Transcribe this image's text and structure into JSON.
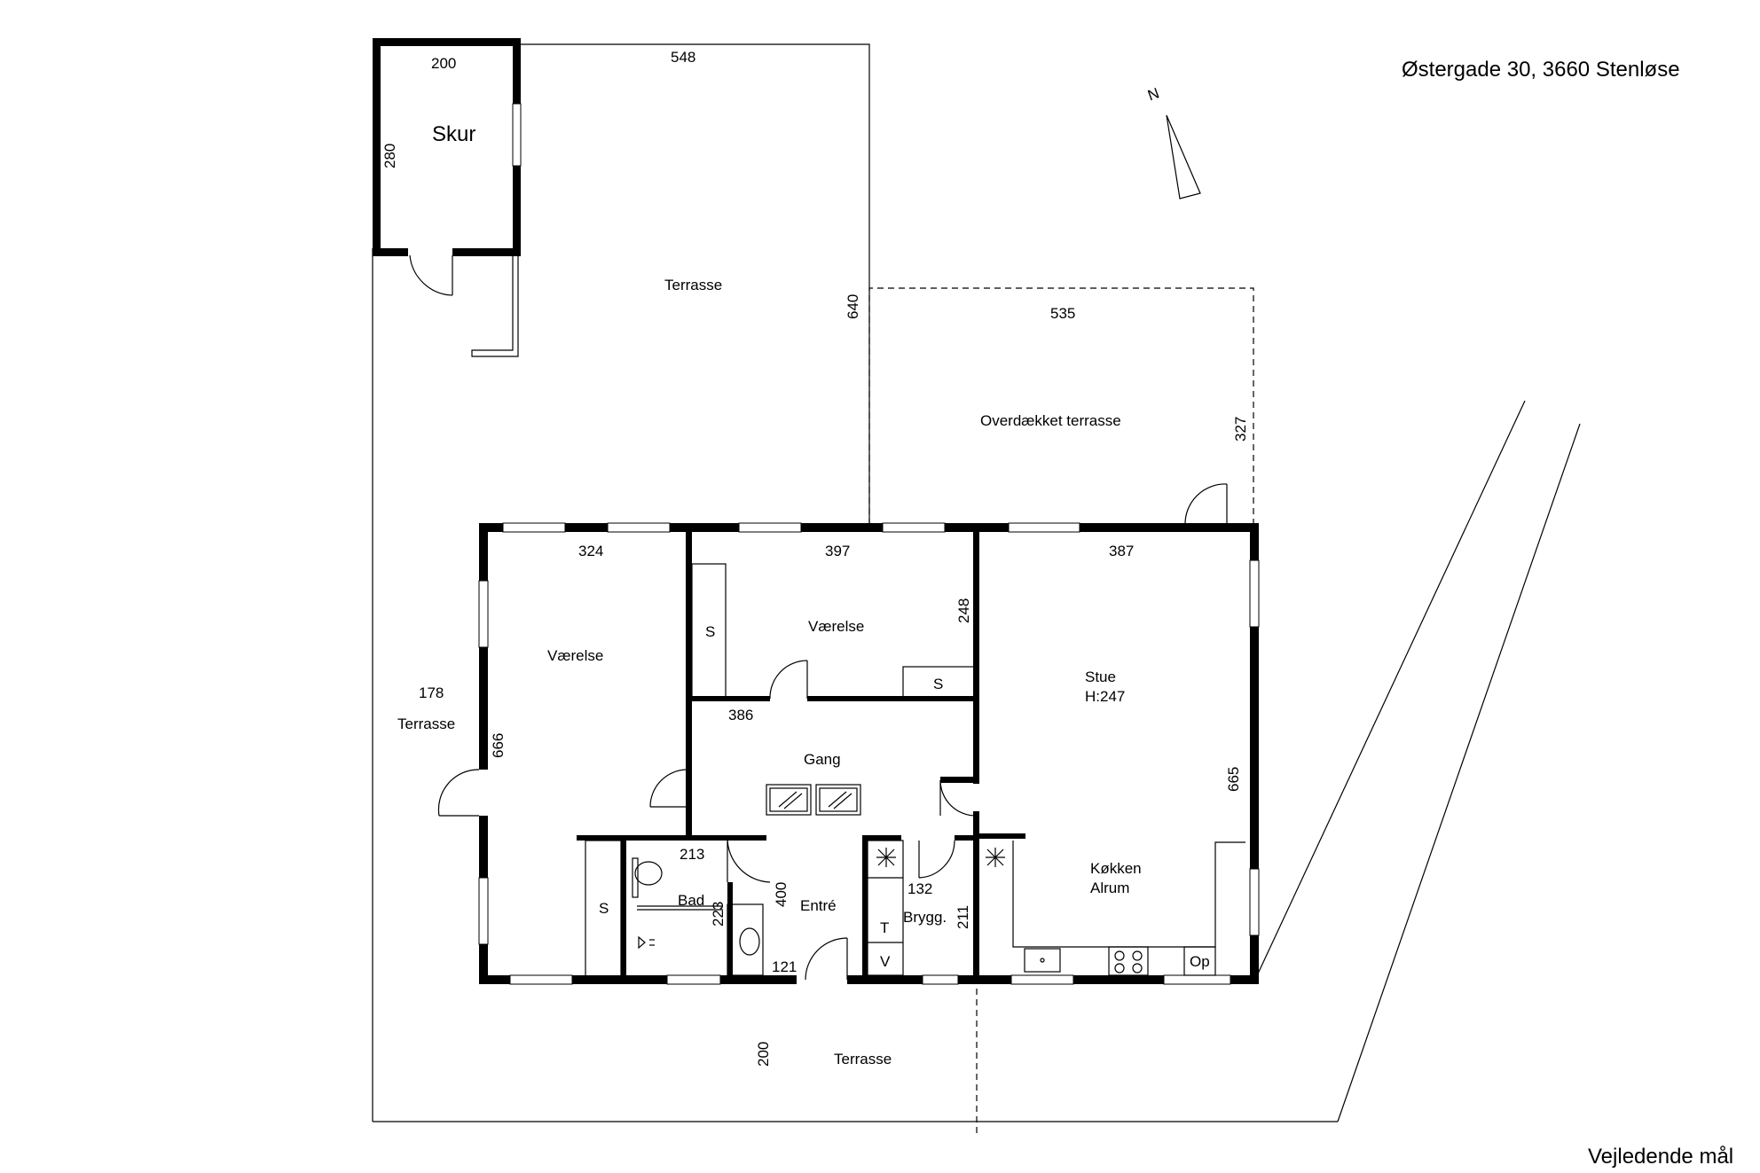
{
  "header": {
    "address": "Østergade 30, 3660 Stenløse",
    "note": "Vejledende mål",
    "north": "N"
  },
  "rooms": {
    "skur": "Skur",
    "terrasse_top": "Terrasse",
    "overdaekket": "Overdækket terrasse",
    "vaerelse_left": "Værelse",
    "vaerelse_mid": "Værelse",
    "stue": "Stue",
    "stue_height": "H:247",
    "terrasse_left": "Terrasse",
    "gang": "Gang",
    "bad": "Bad",
    "entre": "Entré",
    "brygg": "Brygg.",
    "koekken": "Køkken",
    "alrum": "Alrum",
    "terrasse_bottom": "Terrasse"
  },
  "fixtures": {
    "s1": "S",
    "s2": "S",
    "s3": "S",
    "t": "T",
    "v": "V",
    "op": "Op"
  },
  "dims": {
    "d200_top": "200",
    "d548": "548",
    "d280": "280",
    "d640": "640",
    "d535": "535",
    "d327": "327",
    "d324": "324",
    "d397": "397",
    "d387": "387",
    "d248": "248",
    "d178": "178",
    "d666": "666",
    "d386": "386",
    "d665": "665",
    "d213": "213",
    "d400": "400",
    "d223": "223",
    "d132": "132",
    "d211": "211",
    "d121": "121",
    "d200_bottom": "200"
  }
}
